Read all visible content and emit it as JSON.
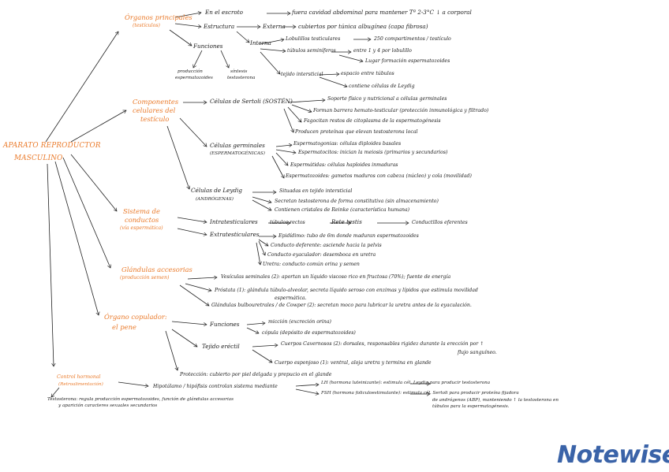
{
  "title": [
    "APARATO REPRODUCTOR",
    "MASCULINO"
  ],
  "brand": "Notewise",
  "colors": {
    "accent": "#ea7a2a",
    "ink": "#1a1a1a",
    "brand": "#3a63a8"
  },
  "organos": {
    "label": [
      "Órganos principales",
      "(testículos)"
    ],
    "escroto": "En el escroto",
    "escroto_desc": "fuera cavidad abdominal para mantener Tª 2-3°C ↓ a corporal",
    "estructura": "Estructura",
    "externa": "Externa",
    "externa_desc": "cubiertos por túnica albugínea (capa fibrosa)",
    "interna": "Interna",
    "lobulillos": "Lobulillos testiculares",
    "lobulillos_desc": "250 compartimentos / testículo",
    "tubulos": "túbulos seminíferos",
    "tubulos_desc1": "entre 1 y 4 por lobulillo",
    "tubulos_desc2": "Lugar formación espermatozoides",
    "tejido": "tejido intersticial",
    "tejido_desc1": "espacio entre túbulos",
    "tejido_desc2": "contiene células de Leydig",
    "funciones": "Funciones",
    "produccion": [
      "producción",
      "espermatozoides"
    ],
    "sintesis": [
      "síntesis",
      "testosterona"
    ]
  },
  "componentes": {
    "label": [
      "Componentes",
      "celulares del",
      "testículo"
    ],
    "sertoli": "Células de Sertoli (SOSTÉN)",
    "sertoli_items": [
      "Soporte físico y nutricional a células germinales",
      "Forman barrera hemato-testicular (protección inmunológica y filtrado)",
      "Fagocitan restos de citoplasma de la espermatogénesis",
      "Producen proteínas que elevan testosterona local"
    ],
    "germinales": [
      "Células germinales",
      "(ESPERMATOGÉNICAS)"
    ],
    "germinales_items": [
      "Espermatogonias: células diploides basales",
      "Espermatocitos: inician la meiosis (primarios y secundarios)",
      "Espermátidas: células haploides inmaduras",
      "Espermatozoides: gametos maduros con cabeza (núcleo) y cola (movilidad)"
    ],
    "leydig": [
      "Células de Leydig",
      "(ANDRÓGENAS)"
    ],
    "leydig_items": [
      "Situadas en tejido intersticial",
      "Secretan testosterona de forma constitutiva (sin almacenamiento)",
      "Contienen cristales de Reinke (característica humana)"
    ]
  },
  "conductos": {
    "label": [
      "Sistema de",
      "conductos",
      "(vía espermática)"
    ],
    "intra": "Intratesticulares",
    "intra_desc": "túbulos rectos",
    "rete": "Rete testis",
    "eferentes": "Conductillos eferentes",
    "extra": "Extratesticulares",
    "extra_items": [
      "Epidídimo: tubo de 6m donde maduran espermatozoides",
      "Conducto deferente: asciende hacia la pelvis",
      "Conducto eyaculador: desemboca en uretra",
      "Uretra: conducto común orina y semen"
    ]
  },
  "glandulas": {
    "label": [
      "Glándulas accesorias",
      "(producción semen)"
    ],
    "vesiculas": "Vesículas seminales (2): aportan un líquido viscoso rico en fructosa (70%); fuente de energía",
    "prostata": "Próstata (1): glándula túbulo-alveolar, secreta líquido seroso con enzimas y lípidos que estimula movilidad",
    "prostata2": "espermática.",
    "cowper": "Glándulas bulbouretrales / de Cowper (2): secretan moco para lubricar la uretra antes de la eyaculación."
  },
  "organo": {
    "label": [
      "Órgano copulador:",
      "el pene"
    ],
    "funciones": "Funciones",
    "miccion": "micción (excreción orina)",
    "copula": "cópula (depósito de espermatozoides)",
    "tejido": "Tejido eréctil",
    "cavernosos": "Cuerpos Cavernosos (2): dorsales, responsables rigidez durante la erección por ↑",
    "cavernosos2": "flujo sanguíneo.",
    "esponjoso": "Cuerpo esponjoso (1): ventral, aloja uretra y termina en glande",
    "proteccion": "Protección: cubierto por piel delgada y prepucio en el glande"
  },
  "control": {
    "label": [
      "Control hormonal",
      "(Retroalimentación)"
    ],
    "hipotalamo": "Hipotálamo / hipófisis controlan sistema mediante",
    "lh": "LH (hormona luteinizante): estimula cél. Leydig para producir testosterona",
    "fsh": "FSH (hormona foliculoestimulante): estimula cél. Sertoli para producir proteína fijadora",
    "fsh2": "de andrógenos (ABP), manteniendo ↑ la testosterona en",
    "fsh3": "túbulos para la espermatogénesis.",
    "testosterona": "Testosterona: regula producción espermatozoides, función de glándulas accesorias",
    "testosterona2": "y aparición caracteres sexuales secundarios"
  }
}
